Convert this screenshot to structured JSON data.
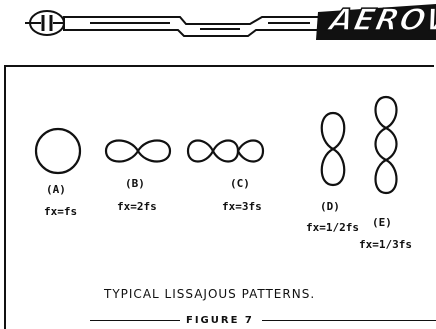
{
  "header": {
    "brand": "AEROVOX",
    "logo_icon": "capacitor-symbol-icon"
  },
  "figure": {
    "patterns": [
      {
        "letter": "(A)",
        "relation": "fx=fs"
      },
      {
        "letter": "(B)",
        "relation": "fx=2fs"
      },
      {
        "letter": "(C)",
        "relation": "fx=3fs"
      },
      {
        "letter": "(D)",
        "relation": "fx=1/2fs"
      },
      {
        "letter": "(E)",
        "relation": "fx=1/3fs"
      }
    ],
    "caption": "TYPICAL LISSAJOUS PATTERNS.",
    "figure_number": "FIGURE 7"
  }
}
